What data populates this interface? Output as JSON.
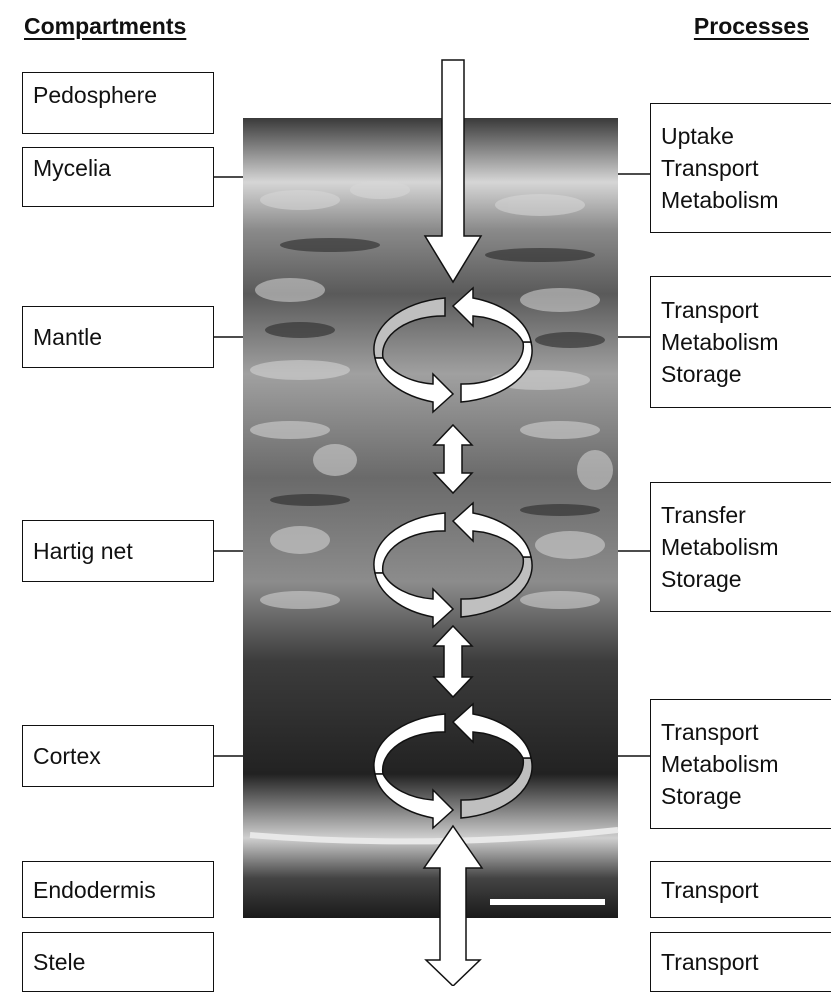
{
  "headings": {
    "compartments": "Compartments",
    "processes": "Processes"
  },
  "compartments": [
    "Pedosphere",
    "Mycelia",
    "Mantle",
    "Hartig net",
    "Cortex",
    "Endodermis",
    "Stele"
  ],
  "processes": [
    [
      "Uptake",
      "Transport",
      "Metabolism"
    ],
    [
      "Transport",
      "Metabolism",
      "Storage"
    ],
    [
      "Transfer",
      "Metabolism",
      "Storage"
    ],
    [
      "Transport",
      "Metabolism",
      "Storage"
    ],
    [
      "Transport"
    ],
    [
      "Transport"
    ]
  ],
  "colors": {
    "micrograph_dark": "#1c1c1c",
    "micrograph_light": "#c8c8c8",
    "arrow_fill": "#ffffff",
    "arrow_shade": "#bfbfbf",
    "line": "#111111"
  }
}
